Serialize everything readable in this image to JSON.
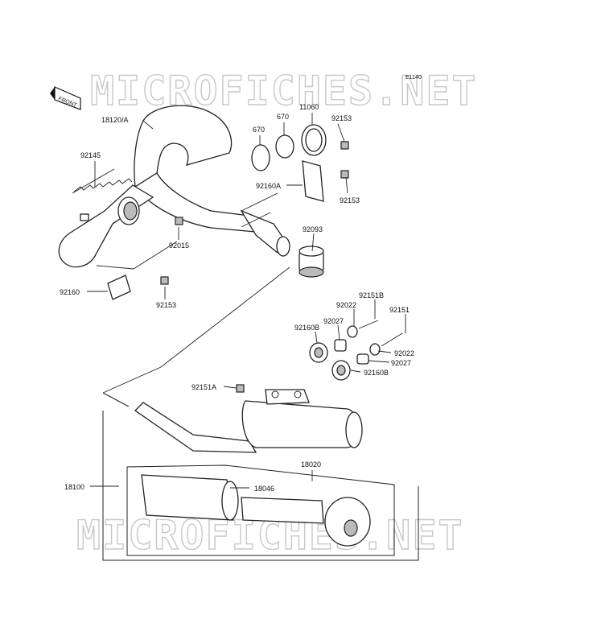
{
  "diagram_code": "E1140",
  "front_badge": "FRONT",
  "watermark_top": "MICROFICHES.NET",
  "watermark_bottom": "MICROFICHES.NET",
  "labels": {
    "p18120a": "18120/A",
    "p92145": "92145",
    "p670a": "670",
    "p670b": "670",
    "p11060": "11060",
    "p92153a": "92153",
    "p92160a": "92160A",
    "p92153b": "92153",
    "p92093": "92093",
    "p92015": "92015",
    "p92160": "92160",
    "p92153c": "92153",
    "p92151b": "92151B",
    "p92022a": "92022",
    "p92151": "92151",
    "p92027a": "92027",
    "p92160b1": "92160B",
    "p92022b": "92022",
    "p92027b": "92027",
    "p92160b2": "92160B",
    "p92151a": "92151A",
    "p18020": "18020",
    "p18100": "18100",
    "p18046": "18046"
  }
}
